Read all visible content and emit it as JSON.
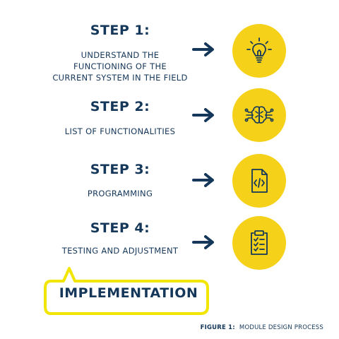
{
  "steps": [
    {
      "title": "STEP 1:",
      "desc_lines": [
        "UNDERSTAND THE",
        "FUNCTIONING OF THE",
        "CURRENT SYSTEM IN THE FIELD"
      ],
      "icon": "lightbulb-icon"
    },
    {
      "title": "STEP 2:",
      "desc_lines": [
        "LIST OF FUNCTIONALITIES"
      ],
      "icon": "brain-circuit-icon"
    },
    {
      "title": "STEP 3:",
      "desc_lines": [
        "PROGRAMMING"
      ],
      "icon": "code-file-icon"
    },
    {
      "title": "STEP 4:",
      "desc_lines": [
        "TESTING AND ADJUSTMENT"
      ],
      "icon": "clipboard-checklist-icon"
    }
  ],
  "implementation": {
    "label": "IMPLEMENTATION"
  },
  "caption": {
    "label": "FIGURE 1:",
    "text": "MODULE DESIGN PROCESS"
  },
  "colors": {
    "accent": "#f5d11a",
    "text": "#15375a",
    "outline": "#f2e600"
  }
}
